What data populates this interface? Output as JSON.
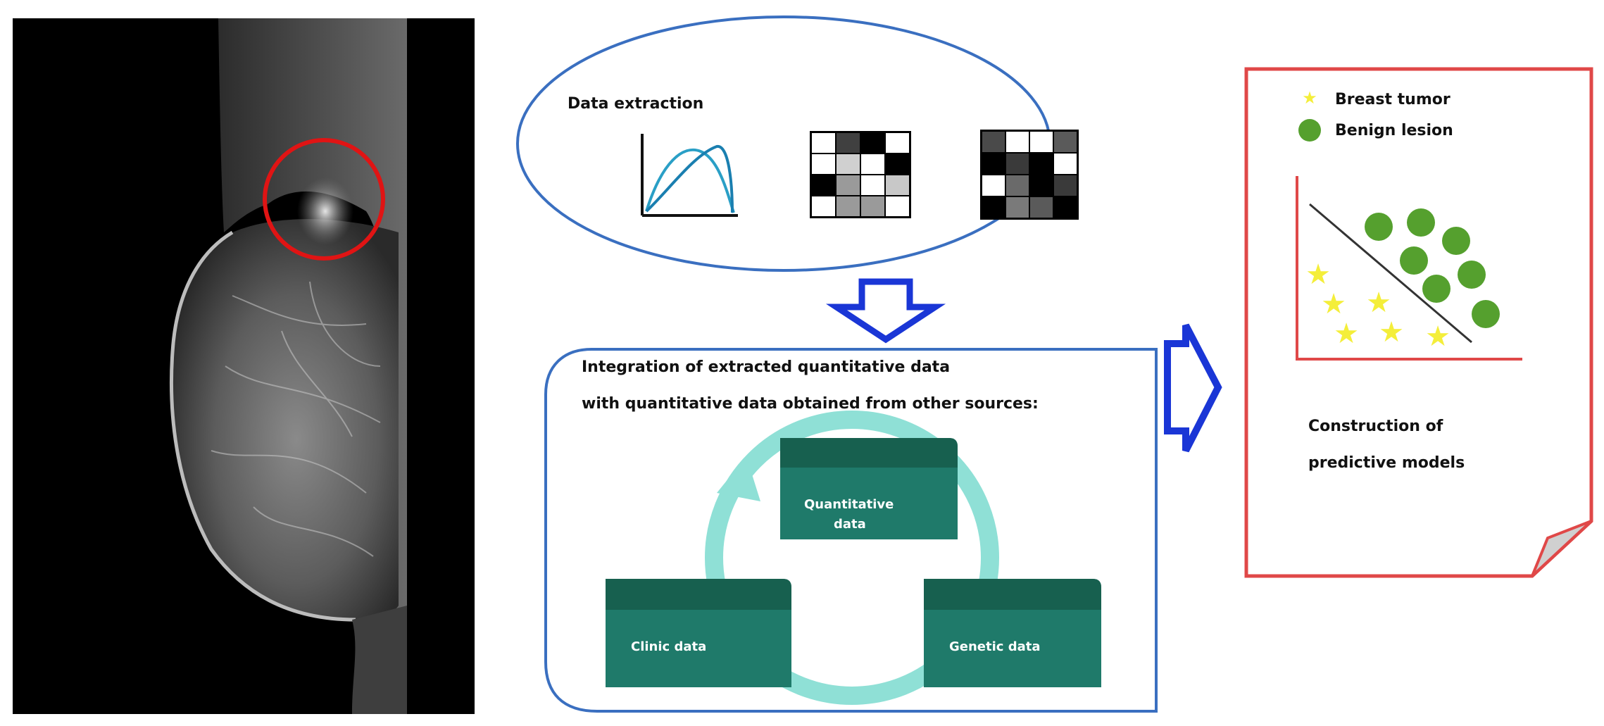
{
  "extraction": {
    "title": "Data extraction"
  },
  "integration": {
    "line1": "Integration of extracted quantitative data",
    "line2": "with quantitative data obtained from other sources:"
  },
  "cycle": {
    "quantitative_line1": "Quantitative",
    "quantitative_line2": "data",
    "clinic": "Clinic data",
    "genetic": "Genetic data"
  },
  "model_panel": {
    "legend_tumor": "Breast tumor",
    "legend_benign": "Benign lesion",
    "caption_line1": "Construction of",
    "caption_line2": "predictive models"
  },
  "colors": {
    "ellipse_border": "#3a6fc0",
    "arrow_blue": "#1a36d6",
    "panel_red": "#e04848",
    "teal_box": "#1f7a6a",
    "teal_box_top": "#17604f",
    "cycle_ring": "#8fe0d6",
    "star_yellow": "#f4ee3a",
    "dot_green": "#55a02e",
    "roi_circle": "#e01414"
  },
  "icons": {
    "roi": "red-circle-roi-icon",
    "down_arrow": "outlined-down-arrow-icon",
    "right_arrow": "outlined-right-arrow-icon",
    "curve_plot": "curve-plot-icon",
    "texture_grid": "texture-grid-icon",
    "star": "star-icon",
    "dot": "dot-icon"
  }
}
